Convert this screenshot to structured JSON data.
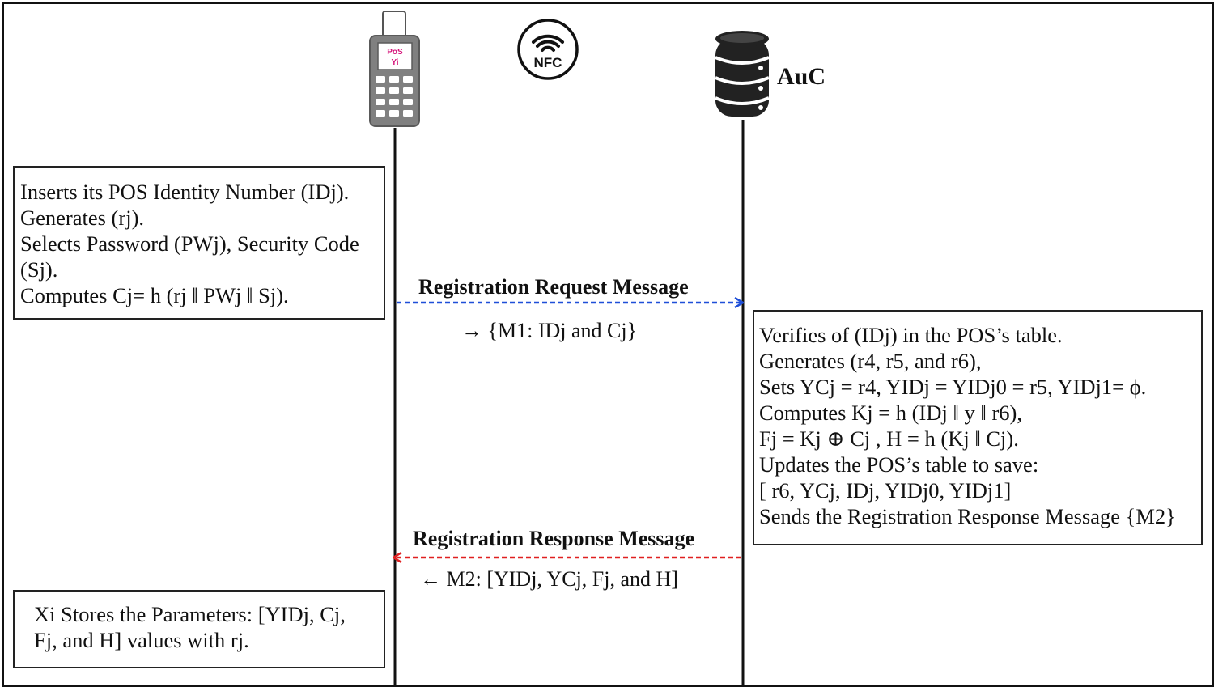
{
  "entities": {
    "auc_label": "AuC",
    "nfc_label": "NFC",
    "pos_screen_lines": [
      "PoS",
      "Yi"
    ]
  },
  "pos_box": {
    "lines": [
      "Inserts its POS Identity Number (IDj).",
      "Generates (rj).",
      "Selects Password (PWj), Security Code",
      "(Sj).",
      "Computes Cj= h (rj ‖ PWj ‖ Sj)."
    ]
  },
  "request": {
    "title": "Registration Request Message",
    "content": "→ {M1: IDj and Cj}",
    "color": "#1f4fd8"
  },
  "auc_box": {
    "lines": [
      "Verifies of (IDj) in the POS’s table.",
      "Generates (r4, r5, and r6),",
      "Sets YCj = r4, YIDj = YIDj0 = r5, YIDj1= ϕ.",
      "Computes Kj = h (IDj ‖ y ‖ r6),",
      "Fj = Kj ⊕ Cj , H = h (Kj ‖ Cj).",
      "Updates the POS’s table to save:",
      " [ r6, YCj, IDj, YIDj0, YIDj1]",
      "Sends the Registration Response Message {M2}"
    ]
  },
  "response": {
    "title": "Registration Response Message",
    "content": "← M2: [YIDj, YCj, Fj, and H]",
    "color": "#e02020"
  },
  "store_box": {
    "lines": [
      "Xi Stores the Parameters: [YIDj, Cj,",
      "Fj, and H] values with rj."
    ]
  },
  "icons": {
    "pos_device": "pos-phone-icon",
    "nfc": "nfc-icon",
    "database": "database-icon"
  }
}
